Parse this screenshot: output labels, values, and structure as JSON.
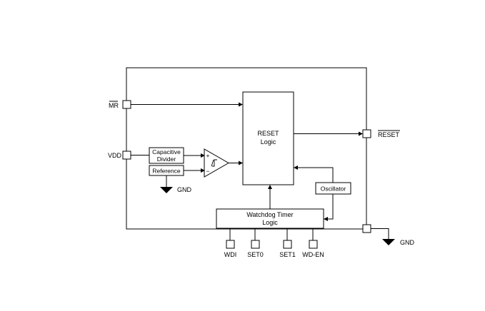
{
  "pins": {
    "mr": "MR",
    "vdd": "VDD",
    "reset_out": "RESET",
    "gnd_out": "GND",
    "wdi": "WDI",
    "set0": "SET0",
    "set1": "SET1",
    "wd_en": "WD-EN"
  },
  "blocks": {
    "reset_logic": {
      "line1": "RESET",
      "line2": "Logic"
    },
    "cap_divider": {
      "line1": "Capacitive",
      "line2": "Divider"
    },
    "reference": "Reference",
    "oscillator": "Oscillator",
    "watchdog": {
      "line1": "Watchdog Timer",
      "line2": "Logic"
    }
  },
  "internal_gnd": "GND",
  "comparator": {
    "plus": "+",
    "minus": "−"
  }
}
